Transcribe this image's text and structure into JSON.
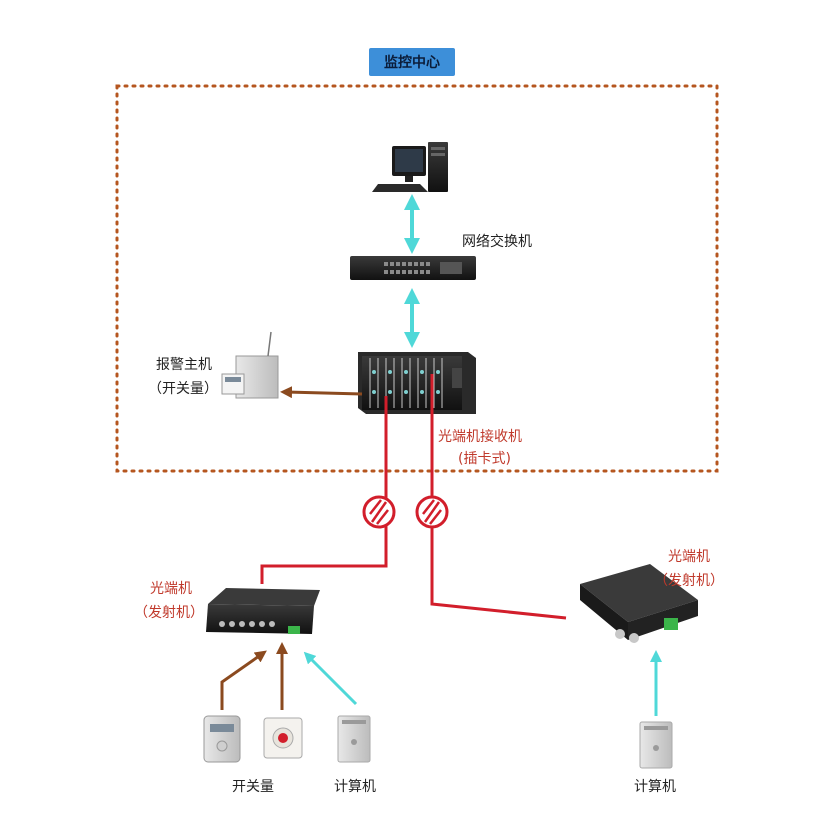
{
  "center": {
    "title": "监控中心"
  },
  "devices": {
    "switch": {
      "label": "网络交换机"
    },
    "alarm_host": {
      "label_line1": "报警主机",
      "label_line2": "（开关量）"
    },
    "receiver": {
      "label_line1": "光端机接收机",
      "label_line2": "(插卡式)"
    },
    "transmitter_left": {
      "label_line1": "光端机",
      "label_line2": "（发射机）"
    },
    "transmitter_right": {
      "label_line1": "光端机",
      "label_line2": "（发射机）"
    },
    "switch_sensors": {
      "label": "开关量"
    },
    "computer_left": {
      "label": "计算机"
    },
    "computer_right": {
      "label": "计算机"
    }
  },
  "colors": {
    "network_link": "#4fd8d8",
    "fiber_link": "#d21e2b",
    "signal_link": "#8b4a1f",
    "boundary": "#b5561f",
    "badge": "#3d8fd9"
  }
}
